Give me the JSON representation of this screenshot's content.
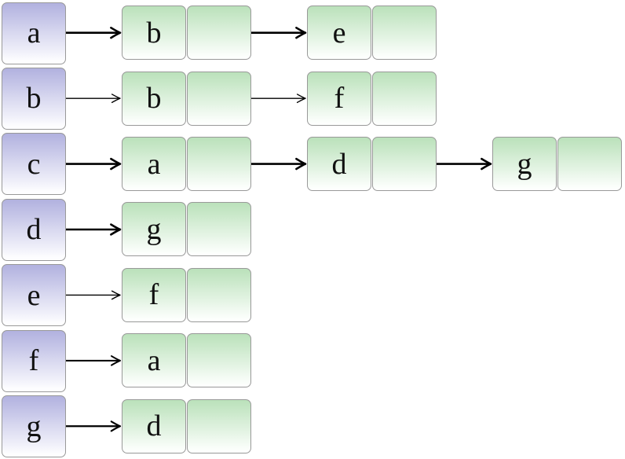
{
  "diagram": {
    "kind": "adjacency-list",
    "colors": {
      "head_gradient_top": "#b1b1df",
      "head_gradient_bottom": "#ffffff",
      "node_gradient_top": "#bae1ba",
      "node_gradient_bottom": "#ffffff",
      "border": "#999999",
      "arrow": "#000000",
      "text": "#111111"
    },
    "rows": [
      {
        "head": "a",
        "nodes": [
          "b",
          "e"
        ]
      },
      {
        "head": "b",
        "nodes": [
          "b",
          "f"
        ]
      },
      {
        "head": "c",
        "nodes": [
          "a",
          "d",
          "g"
        ]
      },
      {
        "head": "d",
        "nodes": [
          "g"
        ]
      },
      {
        "head": "e",
        "nodes": [
          "f"
        ]
      },
      {
        "head": "f",
        "nodes": [
          "a"
        ]
      },
      {
        "head": "g",
        "nodes": [
          "d"
        ]
      }
    ]
  }
}
